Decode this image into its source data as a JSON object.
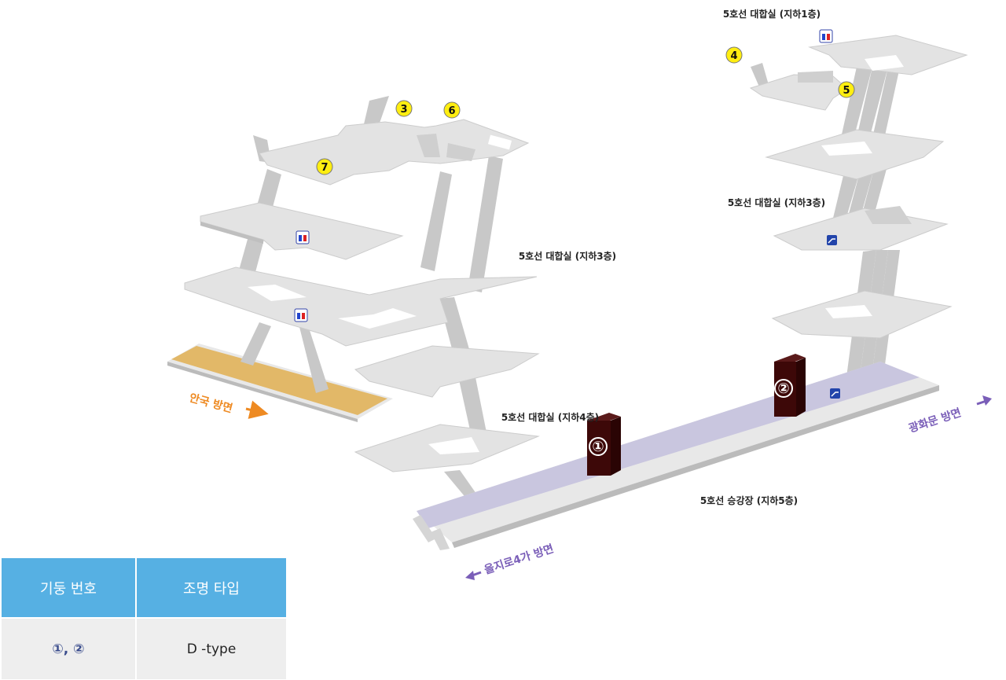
{
  "labels": {
    "b1": "5호선 대합실 (지하1층)",
    "b3_right": "5호선 대합실 (지하3층)",
    "b3_mid": "5호선 대합실 (지하3층)",
    "b4": "5호선 대합실 (지하4층)",
    "b5": "5호선 승강장 (지하5층)"
  },
  "directions": {
    "anguk": "안국 방면",
    "euljiro": "을지로4가 방면",
    "gwanghwamun": "광화문 방면"
  },
  "exits": [
    "3",
    "4",
    "5",
    "6",
    "7"
  ],
  "pillars": [
    "①",
    "②"
  ],
  "legend": {
    "header_pillar": "기둥 번호",
    "header_light": "조명 타입",
    "value_pillar": "①, ②",
    "value_light": "D -type"
  },
  "colors": {
    "floor": "#dddddd",
    "floor_edge": "#c4c4c4",
    "platform": "#c9c6df",
    "anguk_platform": "#e2b868",
    "pillar": "#3d0808",
    "exit_marker": "#ffee11",
    "anguk_dir": "#ee8a22",
    "line5_dir": "#7a5eb8",
    "legend_header": "#56b0e3"
  },
  "icons": [
    "restroom-icon",
    "escalator-icon",
    "arrow-right-icon",
    "arrow-left-icon"
  ]
}
